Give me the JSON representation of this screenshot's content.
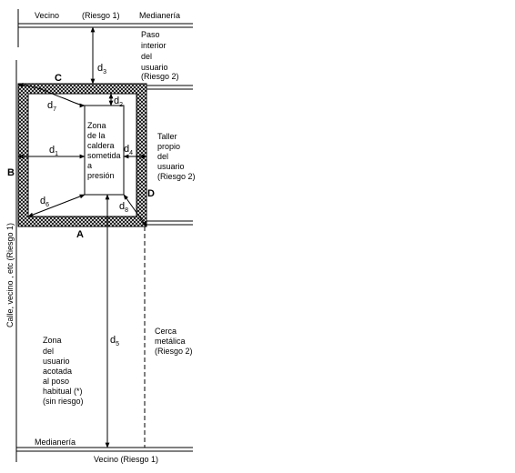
{
  "labels": {
    "top_vecino": "Vecino",
    "top_riesgo": "(Riesgo 1)",
    "top_medianeria": "Medianería",
    "paso_interior": [
      "Paso",
      "interior",
      "del",
      "usuario",
      "(Riesgo 2)"
    ],
    "taller_propio": [
      "Taller",
      "propio",
      "del",
      "usuario",
      "(Riesgo 2)"
    ],
    "zona_caldera": [
      "Zona",
      "de la",
      "caldera",
      "sometida",
      "a",
      "presión"
    ],
    "cerca_metalica": [
      "Cerca",
      "metálica",
      "(Riesgo 2)"
    ],
    "zona_usuario": [
      "Zona",
      "del",
      "usuario",
      "acotada",
      "al poso",
      "habitual (*)",
      "(sin riesgo)"
    ],
    "calle_vertical": "Calle, vecino , etc (Riesgo 1)",
    "bottom_medianeria": "Medianería",
    "bottom_vecino": "Vecino (Riesgo 1)"
  },
  "walls": {
    "A": "A",
    "B": "B",
    "C": "C",
    "D": "D"
  },
  "distances": {
    "d1": {
      "base": "d",
      "sub": "1"
    },
    "d2": {
      "base": "d",
      "sub": "2"
    },
    "d3": {
      "base": "d",
      "sub": "3"
    },
    "d4": {
      "base": "d",
      "sub": "4"
    },
    "d5": {
      "base": "d",
      "sub": "5"
    },
    "d6": {
      "base": "d",
      "sub": "6"
    },
    "d7": {
      "base": "d",
      "sub": "7"
    },
    "d8": {
      "base": "d",
      "sub": "8"
    }
  }
}
